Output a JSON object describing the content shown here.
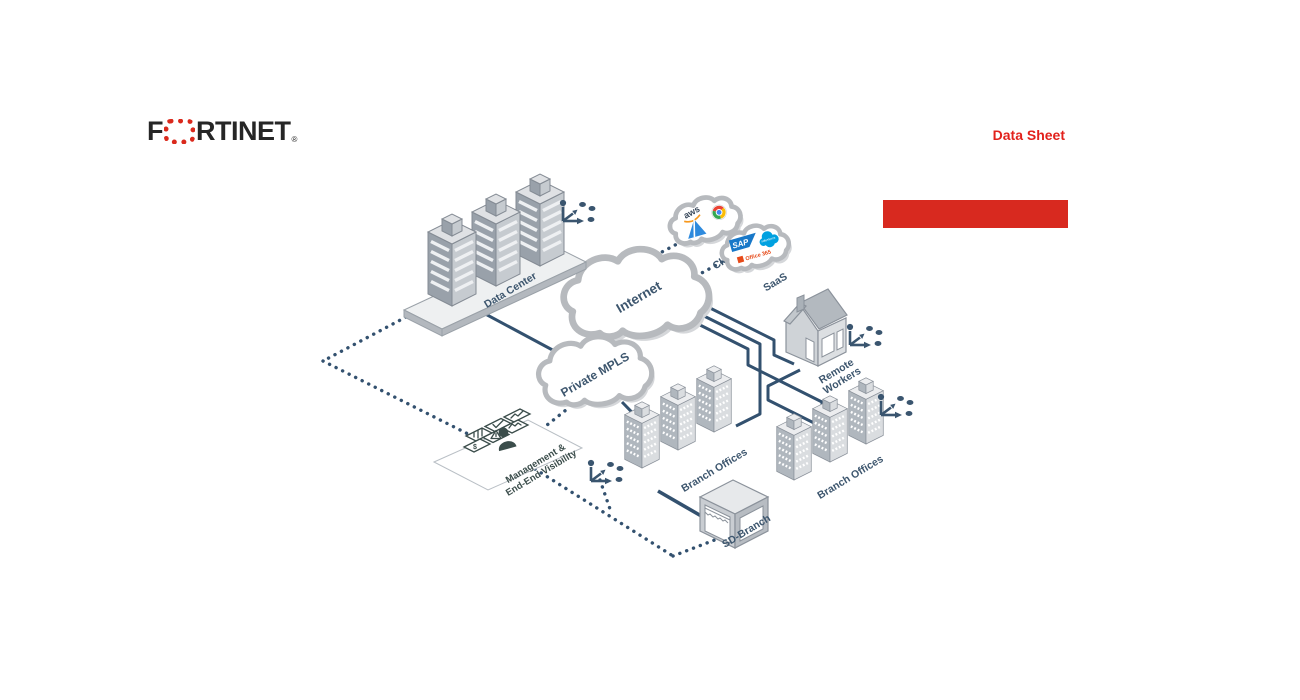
{
  "header": {
    "logo": {
      "part1": "F",
      "part2": "RTINET",
      "reg": "®"
    },
    "doc_type": "Data Sheet"
  },
  "diagram": {
    "nodes": {
      "data_center": {
        "label": "Data Center"
      },
      "cloud": {
        "label": "Cloud",
        "logos": {
          "aws": "aws",
          "azure": "azure-triangle",
          "chrome": "chrome-wheel"
        }
      },
      "saas": {
        "label": "SaaS",
        "logos": {
          "sap": "SAP",
          "office": "Office 365",
          "salesforce": "salesforce"
        }
      },
      "internet": {
        "label": "Internet"
      },
      "private_mpls": {
        "label": "Private MPLS"
      },
      "remote_workers": {
        "line1": "Remote",
        "line2": "Workers"
      },
      "branch_offices_1": {
        "label": "Branch Offices"
      },
      "branch_offices_2": {
        "label": "Branch Offices"
      },
      "sd_branch": {
        "label": "SD-Branch"
      },
      "management": {
        "line1": "Management &",
        "line2": "End-End Visibility",
        "icons": {
          "dollar": "$"
        }
      }
    },
    "colors": {
      "brand_red": "#da291c",
      "line_navy": "#33516f",
      "label_navy": "#3d566e",
      "management_teal": "#3b4d4b",
      "building_gray": "#b0b7be",
      "cloud_outline": "#b7babe"
    }
  }
}
